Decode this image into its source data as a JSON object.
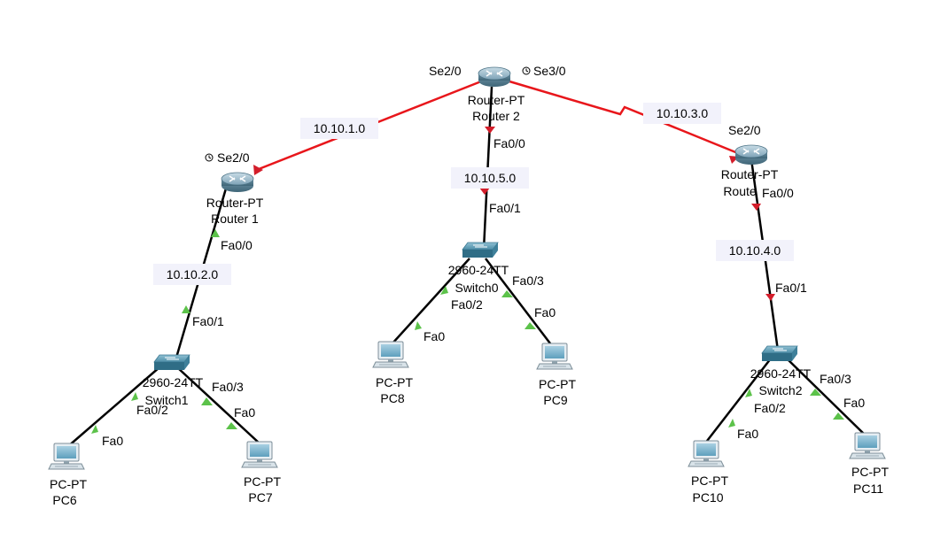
{
  "colors": {
    "serial_link": "#e8161b",
    "ethernet_link": "#000000",
    "link_up": "#5cc24a",
    "link_down": "#d31d2a",
    "network_label_bg": "#f2f2fb"
  },
  "devices": {
    "router2": {
      "type": "Router-PT",
      "name": "Router 2",
      "icon": "router-icon"
    },
    "router1": {
      "type": "Router-PT",
      "name": "Router 1",
      "icon": "router-icon"
    },
    "router3": {
      "type": "Router-PT",
      "name": "Route",
      "icon": "router-icon"
    },
    "switch0": {
      "type": "2960-24TT",
      "name": "Switch0",
      "icon": "switch-icon"
    },
    "switch1": {
      "type": "2960-24TT",
      "name": "Switch1",
      "icon": "switch-icon"
    },
    "switch2": {
      "type": "2960-24TT",
      "name": "Switch2",
      "icon": "switch-icon"
    },
    "pc6": {
      "type": "PC-PT",
      "name": "PC6",
      "icon": "pc-icon"
    },
    "pc7": {
      "type": "PC-PT",
      "name": "PC7",
      "icon": "pc-icon"
    },
    "pc8": {
      "type": "PC-PT",
      "name": "PC8",
      "icon": "pc-icon"
    },
    "pc9": {
      "type": "PC-PT",
      "name": "PC9",
      "icon": "pc-icon"
    },
    "pc10": {
      "type": "PC-PT",
      "name": "PC10",
      "icon": "pc-icon"
    },
    "pc11": {
      "type": "PC-PT",
      "name": "PC11",
      "icon": "pc-icon"
    }
  },
  "networks": {
    "net1": "10.10.1.0",
    "net2": "10.10.2.0",
    "net3": "10.10.3.0",
    "net4": "10.10.4.0",
    "net5": "10.10.5.0"
  },
  "ports": {
    "r2_se20": "Se2/0",
    "r2_se30": "Se3/0",
    "r2_fa00": "Fa0/0",
    "r1_se20": "Se2/0",
    "r1_fa00": "Fa0/0",
    "r3_se20": "Se2/0",
    "r3_fa00": "Fa0/0",
    "sw0_fa01": "Fa0/1",
    "sw0_fa02": "Fa0/2",
    "sw0_fa03": "Fa0/3",
    "sw1_fa01": "Fa0/1",
    "sw1_fa02": "Fa0/2",
    "sw1_fa03": "Fa0/3",
    "sw2_fa01": "Fa0/1",
    "sw2_fa02": "Fa0/2",
    "sw2_fa03": "Fa0/3",
    "pc6_fa0": "Fa0",
    "pc7_fa0": "Fa0",
    "pc8_fa0": "Fa0",
    "pc9_fa0": "Fa0",
    "pc10_fa0": "Fa0",
    "pc11_fa0": "Fa0"
  }
}
